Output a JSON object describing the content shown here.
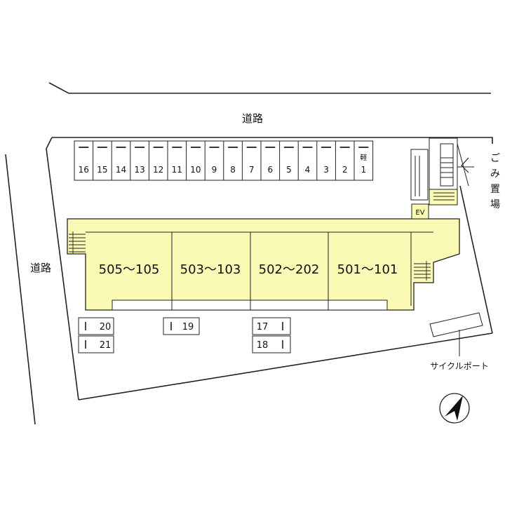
{
  "roads": {
    "top": "道路",
    "left": "道路"
  },
  "parking": {
    "row": [
      "16",
      "15",
      "14",
      "13",
      "12",
      "11",
      "10",
      "9",
      "8",
      "7",
      "6",
      "5",
      "4",
      "3",
      "2",
      "1"
    ],
    "light_mark": "軽",
    "slots_a": [
      "20",
      "21"
    ],
    "slot_b": "19",
    "slots_c": [
      "17",
      "18"
    ]
  },
  "units": [
    "505～105",
    "503～103",
    "502～202",
    "501～101"
  ],
  "elevator": "EV",
  "garbage": "ごみ置場",
  "cycle_port": "サイクルポート",
  "colors": {
    "building": "#fafab4",
    "line": "#222222"
  }
}
